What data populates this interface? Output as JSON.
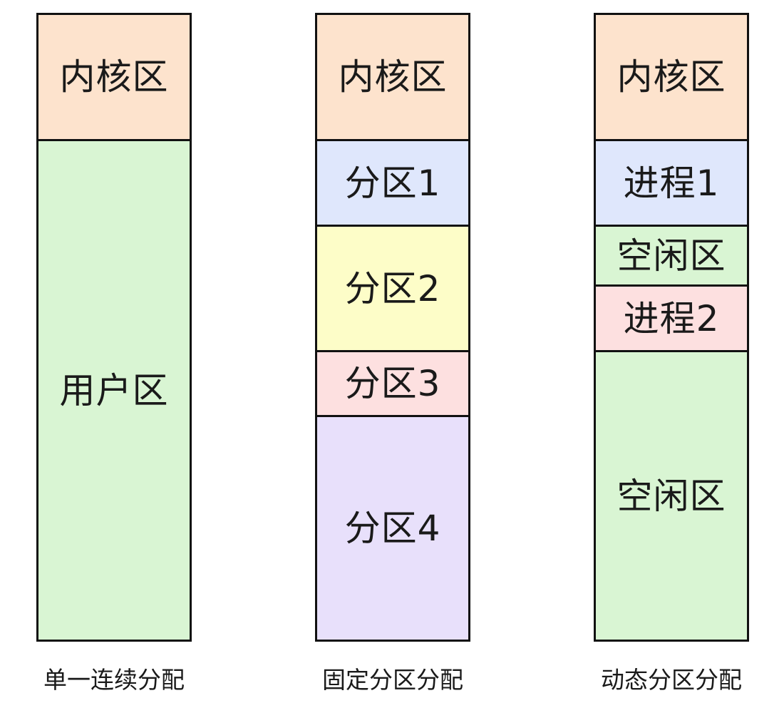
{
  "colors": {
    "kernel": "#fde3cd",
    "user": "#d9f5d3",
    "blue": "#dfe7fc",
    "yellow": "#fdfdc8",
    "pink": "#fde0e0",
    "purple": "#e8e0fb",
    "border": "#111111"
  },
  "columns": [
    {
      "caption": "单一连续分配",
      "blocks": [
        {
          "label": "内核区",
          "color": "kernel"
        },
        {
          "label": "用户区",
          "color": "user"
        }
      ]
    },
    {
      "caption": "固定分区分配",
      "blocks": [
        {
          "label": "内核区",
          "color": "kernel"
        },
        {
          "label": "分区1",
          "color": "blue"
        },
        {
          "label": "分区2",
          "color": "yellow"
        },
        {
          "label": "分区3",
          "color": "pink"
        },
        {
          "label": "分区4",
          "color": "purple"
        }
      ]
    },
    {
      "caption": "动态分区分配",
      "blocks": [
        {
          "label": "内核区",
          "color": "kernel"
        },
        {
          "label": "进程1",
          "color": "blue"
        },
        {
          "label": "空闲区",
          "color": "user"
        },
        {
          "label": "进程2",
          "color": "pink"
        },
        {
          "label": "空闲区",
          "color": "user"
        }
      ]
    }
  ]
}
